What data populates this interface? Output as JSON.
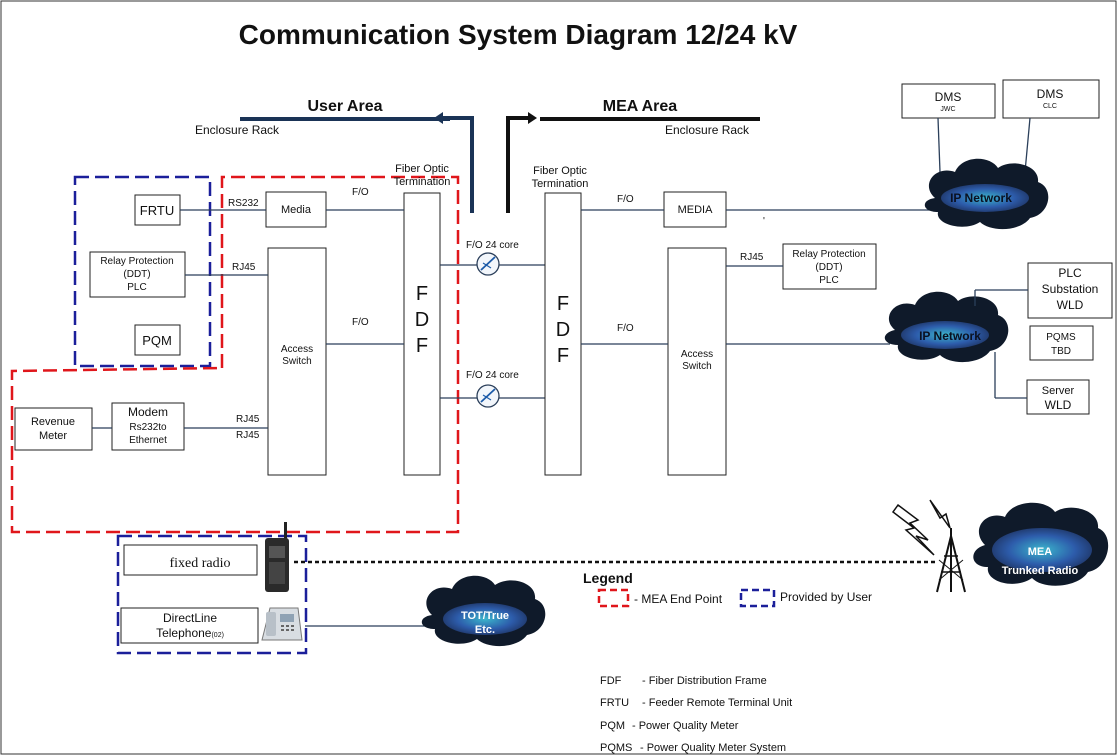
{
  "title": "Communication System Diagram 12/24 kV",
  "areas": {
    "user_area": "User Area",
    "mea_area": "MEA Area",
    "enclosure_rack_left": "Enclosure Rack",
    "enclosure_rack_right": "Enclosure Rack"
  },
  "user_side": {
    "fiber_optic_line1": "Fiber Optic",
    "fiber_optic_line2": "Termination",
    "frtu": "FRTU",
    "relay_line1": "Relay Protection",
    "relay_line2": "(DDT)",
    "relay_line3": "PLC",
    "pqm": "PQM",
    "media": "Media",
    "access_switch_line1": "Access",
    "access_switch_line2": "Switch",
    "fdf_f1": "F",
    "fdf_d": "D",
    "fdf_f2": "F",
    "revenue_meter_line1": "Revenue",
    "revenue_meter_line2": "Meter",
    "modem_line1": "Modem",
    "modem_line2": "Rs232to",
    "modem_line3": "Ethernet",
    "rs232": "RS232",
    "rj45_relay": "RJ45",
    "rj45_modem_1": "RJ45",
    "rj45_modem_2": "RJ45",
    "fo_media": "F/O",
    "fo_switch": "F/O",
    "fo24_top": "F/O 24 core",
    "fo24_bottom": "F/O 24 core"
  },
  "mea_side": {
    "fiber_optic_line1": "Fiber Optic",
    "fiber_optic_line2": "Termination",
    "fdf_f1": "F",
    "fdf_d": "D",
    "fdf_f2": "F",
    "fo_media": "F/O",
    "fo_switch": "F/O",
    "media": "MEDIA",
    "access_switch_line1": "Access",
    "access_switch_line2": "Switch",
    "rj45": "RJ45",
    "relay_line1": "Relay Protection",
    "relay_line2": "(DDT)",
    "relay_line3": "PLC",
    "dms1_title": "DMS",
    "dms1_sub": "JWC",
    "dms2_title": "DMS",
    "dms2_sub": "CLC",
    "ip_network_top": "IP Network",
    "ip_network_mid": "IP Network",
    "plc_line1": "PLC",
    "plc_line2": "Substation",
    "plc_line3": "WLD",
    "pqms_line1": "PQMS",
    "pqms_line2": "TBD",
    "server_line1": "Server",
    "server_line2": "WLD",
    "tick": "'"
  },
  "bottom": {
    "fixed_radio": "fixed radio",
    "direct_line1": "DirectLine",
    "direct_line2": "Telephone",
    "direct_line_sub": "(02)",
    "tot_line1": "TOT/True",
    "tot_line2": "Etc.",
    "mea_radio_line1": "MEA",
    "mea_radio_line2": "Trunked Radio"
  },
  "legend": {
    "title": "Legend",
    "mea_end_point": "-  MEA End Point",
    "provided_by_user": "Provided by User"
  },
  "abbreviations": [
    {
      "abbr": "FDF",
      "desc": "-  Fiber Distribution Frame"
    },
    {
      "abbr": "FRTU",
      "desc": "-  Feeder Remote Terminal Unit"
    },
    {
      "abbr": "PQM",
      "desc": "-  Power Quality Meter"
    },
    {
      "abbr": "PQMS",
      "desc": "-  Power Quality Meter System"
    }
  ],
  "colors": {
    "red_dash": "#e0161b",
    "blue_dash": "#1b1f9a",
    "navy_bar": "#1a3356",
    "cloud_dark": "#0f1a2a",
    "cloud_blue": "#2e5aa8",
    "cloud_cyan": "#33b4c8"
  }
}
